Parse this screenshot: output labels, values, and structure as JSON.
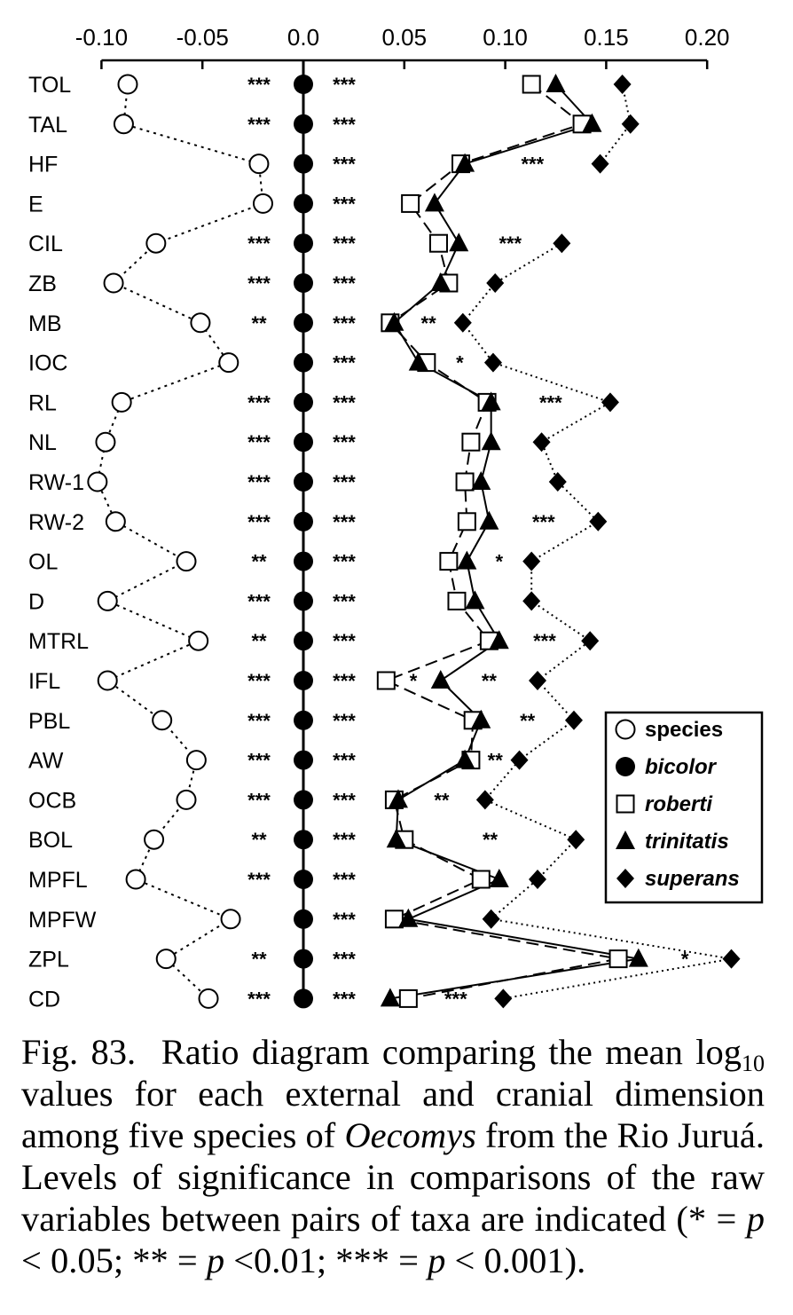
{
  "chart_data": {
    "type": "scatter",
    "x_axis": {
      "range": [
        -0.1,
        0.2
      ],
      "ticks": [
        -0.1,
        -0.05,
        0.0,
        0.05,
        0.1,
        0.15,
        0.2
      ],
      "tick_labels": [
        "-0.10",
        "-0.05",
        "0.0",
        "0.05",
        "0.10",
        "0.15",
        "0.20"
      ],
      "position": "top"
    },
    "categories": [
      "TOL",
      "TAL",
      "HF",
      "E",
      "CIL",
      "ZB",
      "MB",
      "IOC",
      "RL",
      "NL",
      "RW-1",
      "RW-2",
      "OL",
      "D",
      "MTRL",
      "IFL",
      "PBL",
      "AW",
      "OCB",
      "BOL",
      "MPFL",
      "MPFW",
      "ZPL",
      "CD"
    ],
    "series": [
      {
        "name": "species",
        "marker": "open-circle",
        "line": "dotted",
        "values": [
          -0.087,
          -0.089,
          -0.022,
          -0.02,
          -0.073,
          -0.094,
          -0.051,
          -0.037,
          -0.09,
          -0.098,
          -0.102,
          -0.093,
          -0.058,
          -0.097,
          -0.052,
          -0.097,
          -0.07,
          -0.053,
          -0.058,
          -0.074,
          -0.083,
          -0.036,
          -0.068,
          -0.047
        ]
      },
      {
        "name": "bicolor",
        "marker": "filled-circle",
        "line": "solid",
        "values": [
          0,
          0,
          0,
          0,
          0,
          0,
          0,
          0,
          0,
          0,
          0,
          0,
          0,
          0,
          0,
          0,
          0,
          0,
          0,
          0,
          0,
          0,
          0,
          0
        ]
      },
      {
        "name": "roberti",
        "marker": "open-square",
        "line": "dashed",
        "values": [
          0.113,
          0.138,
          0.078,
          0.053,
          0.067,
          0.072,
          0.043,
          0.061,
          0.091,
          0.083,
          0.08,
          0.081,
          0.072,
          0.076,
          0.092,
          0.041,
          0.084,
          0.083,
          0.045,
          0.05,
          0.088,
          0.045,
          0.156,
          0.052
        ]
      },
      {
        "name": "trinitatis",
        "marker": "filled-triangle",
        "line": "solid",
        "values": [
          0.125,
          0.143,
          0.08,
          0.065,
          0.077,
          0.068,
          0.045,
          0.057,
          0.093,
          0.093,
          0.088,
          0.092,
          0.081,
          0.085,
          0.097,
          0.068,
          0.088,
          0.08,
          0.047,
          0.046,
          0.097,
          0.052,
          0.166,
          0.043
        ]
      },
      {
        "name": "superans",
        "marker": "filled-diamond",
        "line": "dotted",
        "values": [
          0.158,
          0.162,
          0.147,
          null,
          0.128,
          0.095,
          0.079,
          0.094,
          0.152,
          0.118,
          0.126,
          0.146,
          0.113,
          0.113,
          0.142,
          0.116,
          0.134,
          0.107,
          0.09,
          0.135,
          0.116,
          0.093,
          0.212,
          0.099
        ]
      }
    ],
    "significance": {
      "species_bicolor": [
        "***",
        "***",
        "",
        "",
        "***",
        "***",
        "**",
        "",
        "***",
        "***",
        "***",
        "***",
        "**",
        "***",
        "**",
        "***",
        "***",
        "***",
        "***",
        "**",
        "***",
        "",
        "**",
        "***"
      ],
      "bicolor_rest": [
        "***",
        "***",
        "***",
        "***",
        "***",
        "***",
        "***",
        "***",
        "***",
        "***",
        "***",
        "***",
        "***",
        "***",
        "***",
        "***",
        "***",
        "***",
        "***",
        "***",
        "***",
        "***",
        "***",
        "***"
      ],
      "right_group": [
        "",
        "",
        "***",
        "",
        "***",
        "",
        "**",
        "*",
        "***",
        "",
        "",
        "***",
        "*",
        "",
        "***",
        "*|**",
        "**",
        "**",
        "**",
        "**",
        "",
        "",
        "*",
        "***"
      ]
    },
    "legend": {
      "position": "right",
      "entries": [
        "species",
        "bicolor",
        "roberti",
        "trinitatis",
        "superans"
      ]
    },
    "colors": {
      "ink": "#000000",
      "background": "#ffffff"
    }
  },
  "caption": {
    "fig_label": "Fig. 83.",
    "text_1": "Ratio diagram comparing the mean log",
    "subscript": "10",
    "text_2": " values for each external and cranial dimension among five species of ",
    "genus": "Oecomys",
    "text_3": " from the Rio Juruá. Levels of significance in comparisons of the raw variables between pairs of taxa are indicated (* = ",
    "p1": "p",
    "text_4": " < 0.05; ** = ",
    "p2": "p",
    "text_5": " <0.01; *** = ",
    "p3": "p",
    "text_6": " < 0.001)."
  }
}
